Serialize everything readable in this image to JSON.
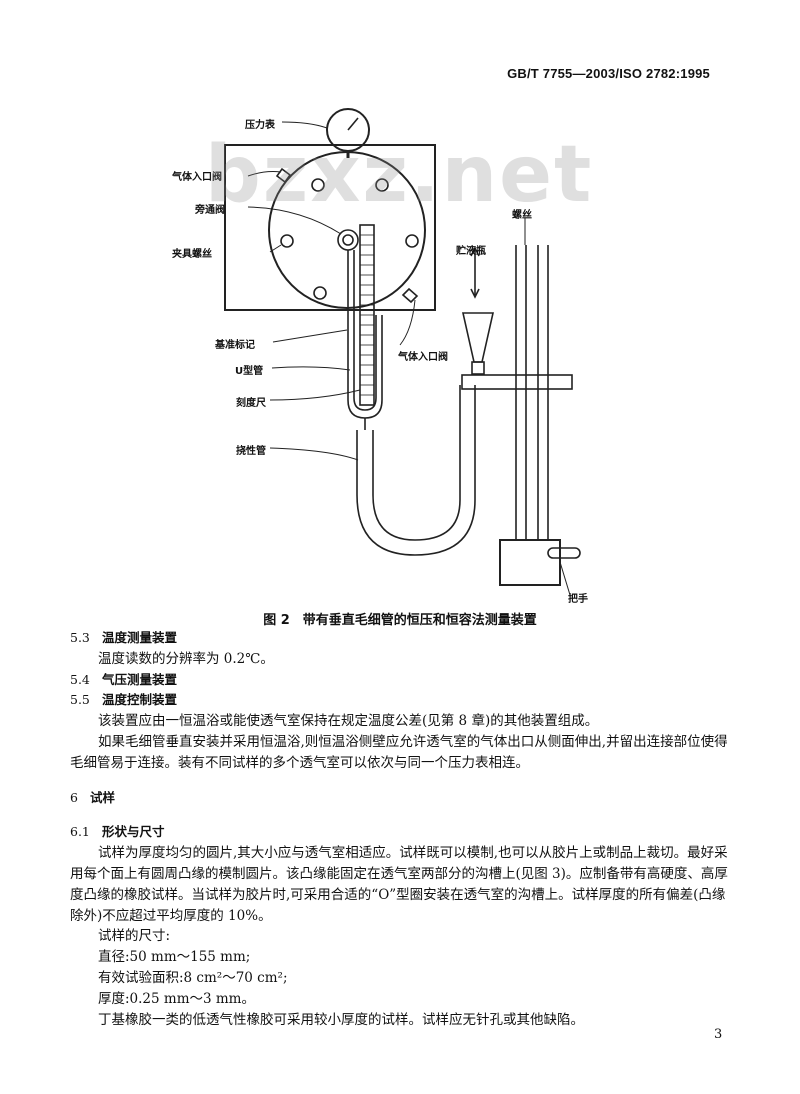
{
  "header": {
    "standard_number": "GB/T 7755—2003/ISO 2782:1995"
  },
  "watermark": "bzxz.net",
  "figure": {
    "labels": {
      "pressure_gauge": "压力表",
      "gas_inlet_valve_top": "气体入口阀",
      "bypass_valve": "旁通阀",
      "clamp_screw": "夹具螺丝",
      "reference_mark": "基准标记",
      "u_tube": "U型管",
      "scale": "刻度尺",
      "flexible_tube": "挠性管",
      "gas_inlet_valve_right": "气体入口阀",
      "screw": "螺丝",
      "reservoir": "贮液瓶",
      "handle": "把手"
    },
    "caption": "图 2　带有垂直毛细管的恒压和恒容法测量装置"
  },
  "sections": {
    "s53": {
      "num": "5.3",
      "title": "温度测量装置",
      "text": "温度读数的分辨率为 0.2℃。"
    },
    "s54": {
      "num": "5.4",
      "title": "气压测量装置"
    },
    "s55": {
      "num": "5.5",
      "title": "温度控制装置",
      "p1": "该装置应由一恒温浴或能使透气室保持在规定温度公差(见第 8 章)的其他装置组成。",
      "p2": "如果毛细管垂直安装并采用恒温浴,则恒温浴侧壁应允许透气室的气体出口从侧面伸出,并留出连接部位使得毛细管易于连接。装有不同试样的多个透气室可以依次与同一个压力表相连。"
    },
    "s6": {
      "num": "6",
      "title": "试样"
    },
    "s61": {
      "num": "6.1",
      "title": "形状与尺寸",
      "p1": "试样为厚度均匀的圆片,其大小应与透气室相适应。试样既可以模制,也可以从胶片上或制品上裁切。最好采用每个面上有圆周凸缘的模制圆片。该凸缘能固定在透气室两部分的沟槽上(见图 3)。应制备带有高硬度、高厚度凸缘的橡胶试样。当试样为胶片时,可采用合适的“O”型圈安装在透气室的沟槽上。试样厚度的所有偏差(凸缘除外)不应超过平均厚度的 10%。",
      "dims_title": "试样的尺寸:",
      "dim1": "直径:50 mm～155 mm;",
      "dim2": "有效试验面积:8 cm²～70 cm²;",
      "dim3": "厚度:0.25 mm～3 mm。",
      "p_last": "丁基橡胶一类的低透气性橡胶可采用较小厚度的试样。试样应无针孔或其他缺陷。"
    }
  },
  "page_number": "3"
}
